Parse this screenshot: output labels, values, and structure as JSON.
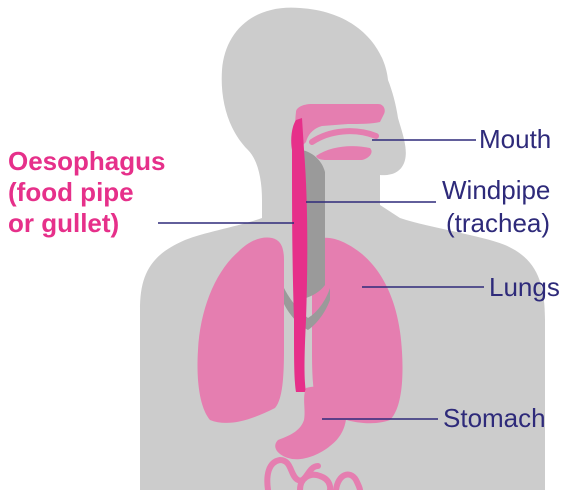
{
  "title": "",
  "colors": {
    "silhouette": "#cccccc",
    "organ_pink": "#e57eb0",
    "oesophagus": "#e6308a",
    "trachea_grey": "#9a9a9a",
    "label_navy": "#2e2a7a",
    "label_magenta": "#e6308a",
    "leader_line": "#2e2a7a"
  },
  "labels": {
    "oesophagus": {
      "line1": "Oesophagus",
      "line2": "(food pipe",
      "line3": "or gullet)"
    },
    "mouth": "Mouth",
    "windpipe": {
      "line1": "Windpipe",
      "line2": "(trachea)"
    },
    "lungs": "Lungs",
    "stomach": "Stomach"
  }
}
